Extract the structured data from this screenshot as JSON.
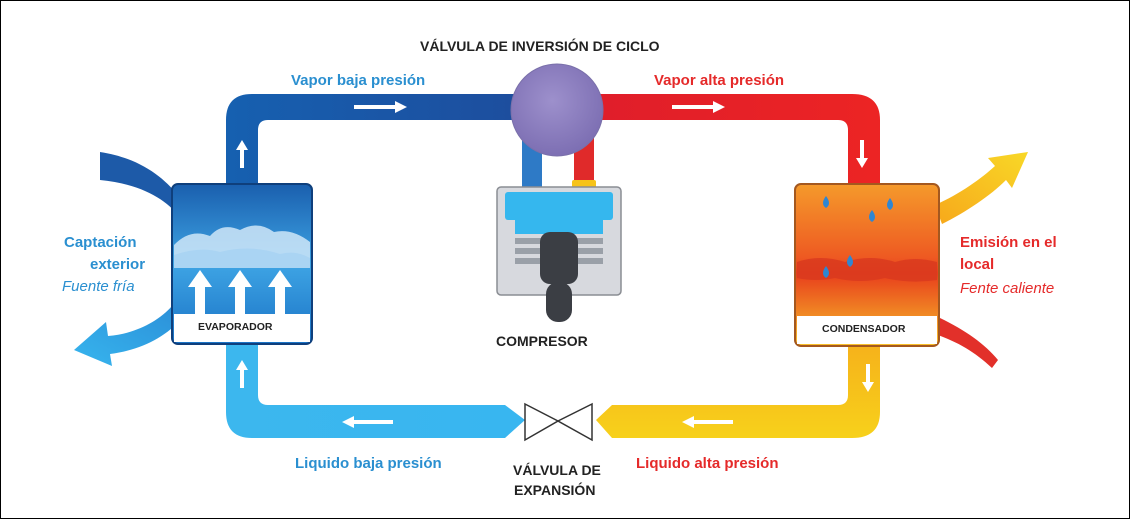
{
  "title": "VÁLVULA DE INVERSIÓN DE CICLO",
  "pipes": {
    "top_left": "Vapor baja presión",
    "top_right": "Vapor alta presión",
    "bottom_left": "Liquido baja presión",
    "bottom_right": "Liquido alta presión"
  },
  "left_side": {
    "line1": "Captación",
    "line2": "exterior",
    "line3": "Fuente fría"
  },
  "right_side": {
    "line1": "Emisión en el",
    "line2": "local",
    "line3": "Fente caliente"
  },
  "components": {
    "evaporator": "EVAPORADOR",
    "condenser": "CONDENSADOR",
    "compressor": "COMPRESOR",
    "expansion_valve_line1": "VÁLVULA DE",
    "expansion_valve_line2": "EXPANSIÓN"
  },
  "colors": {
    "cold": "#1b6fc0",
    "cold_light": "#30b4ec",
    "hot": "#e21f26",
    "warm": "#f7c91b",
    "valve": "#8e80c0"
  }
}
